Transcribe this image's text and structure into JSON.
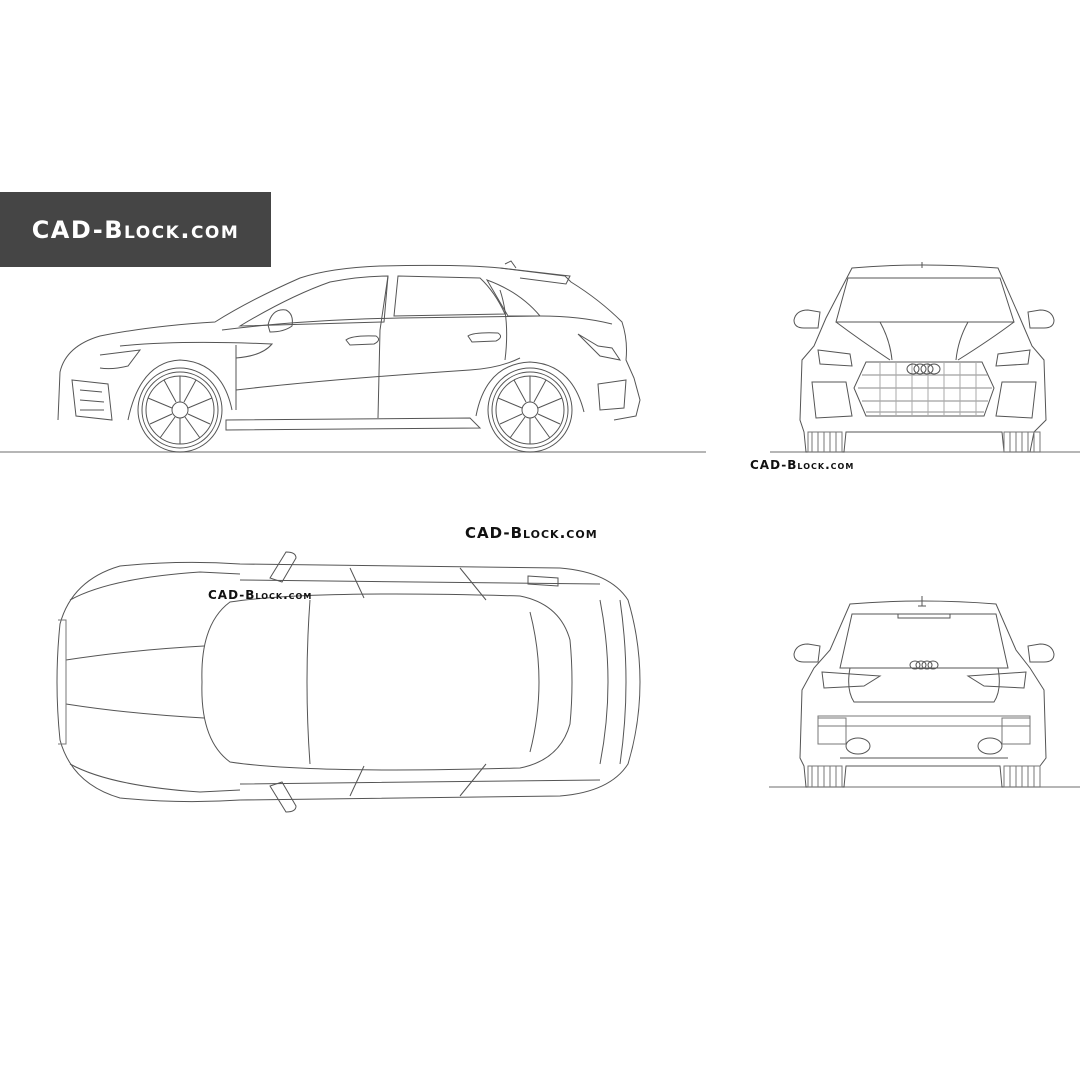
{
  "banner": {
    "text": "CAD-Block.com",
    "background": "#454545",
    "text_color": "#ffffff"
  },
  "watermarks": {
    "top_right": "CAD-Block.com",
    "front_view": "CAD-Block.com",
    "top_view": "CAD-Block.com"
  },
  "views": [
    {
      "name": "side-view",
      "description": "Hatchback side elevation (left profile), 5-spoke wheels"
    },
    {
      "name": "front-view",
      "description": "Front elevation with honeycomb grille and four-ring badge"
    },
    {
      "name": "top-view",
      "description": "Plan view from above with mirrors and roof rails"
    },
    {
      "name": "rear-view",
      "description": "Rear elevation with diffuser, twin oval exhausts, four-ring badge"
    }
  ],
  "colors": {
    "line": "#555555",
    "ground": "#8a8a8a",
    "background": "#ffffff"
  }
}
